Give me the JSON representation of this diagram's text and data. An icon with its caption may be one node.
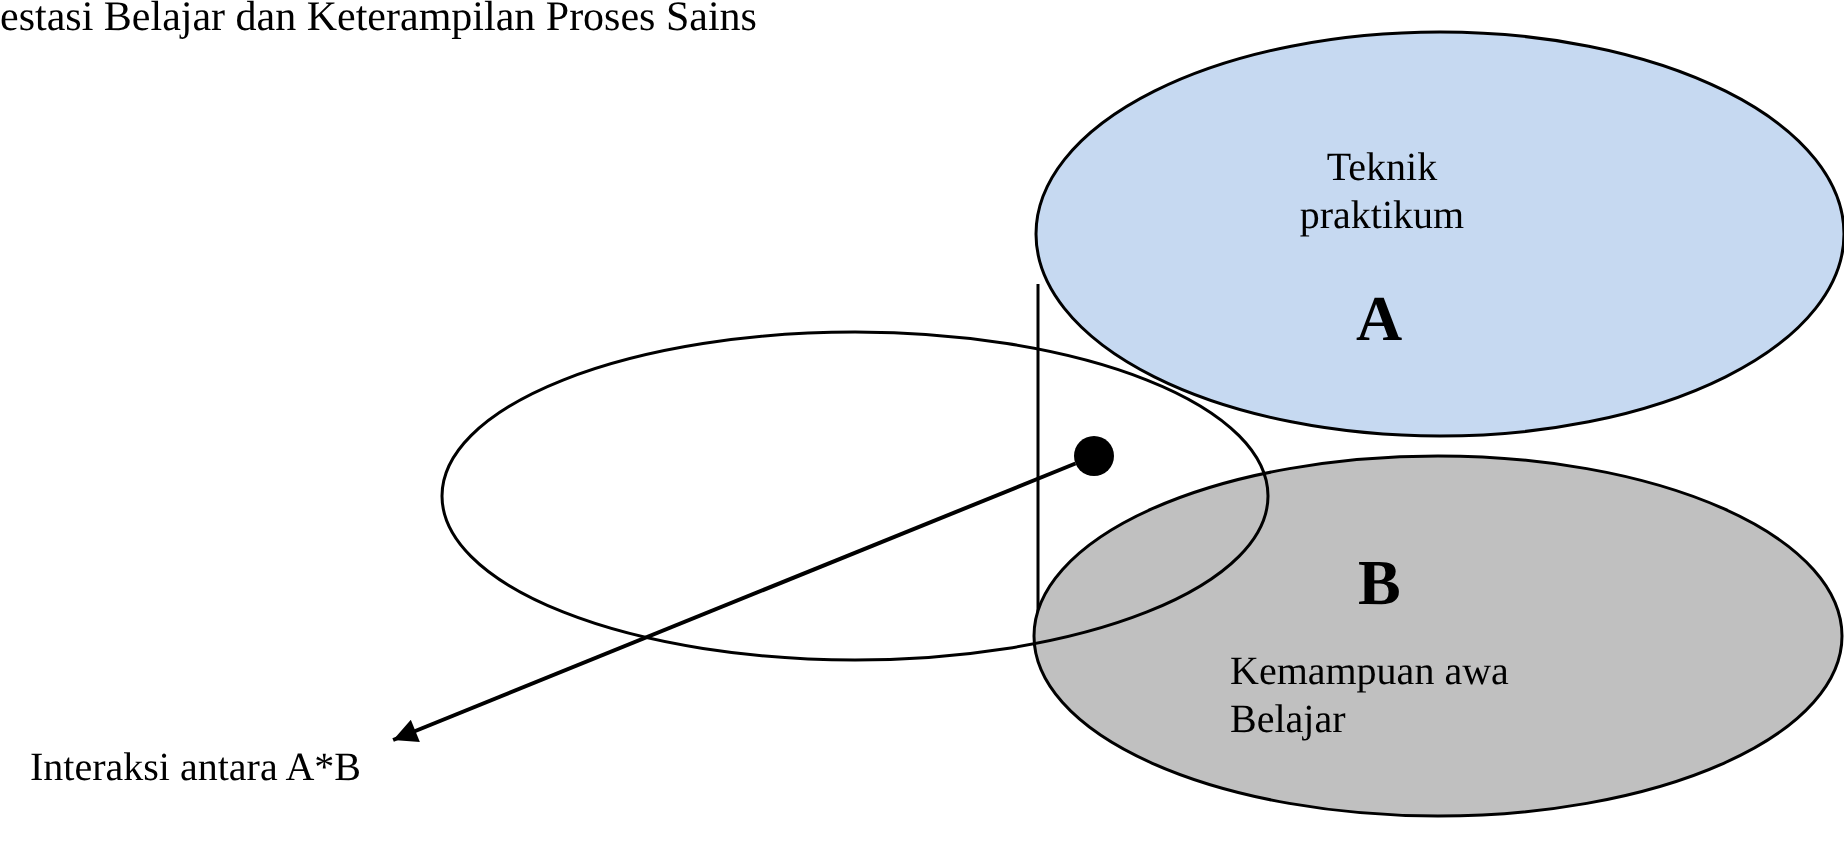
{
  "diagram": {
    "title": "estasi Belajar dan Keterampilan Proses Sains",
    "nodes": [
      {
        "text": [
          "Teknik praktikum",
          "A"
        ]
      },
      {
        "text": [
          "B",
          "Kemampuan awa Belajar"
        ]
      },
      {
        "text": [],
        "shape": "ellipse"
      },
      {
        "text": [],
        "shape": "circle",
        "in": 2
      },
      {
        "text": [
          "Interaksi antara A*B"
        ]
      }
    ],
    "edges": [
      {
        "from": 3,
        "to": 4,
        "arrow": "to"
      }
    ]
  }
}
